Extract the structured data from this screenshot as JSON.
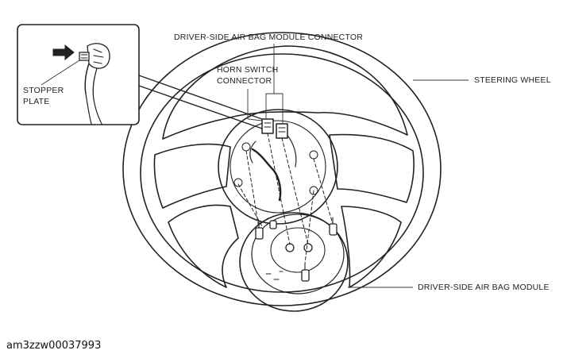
{
  "labels": {
    "air_bag_connector": "DRIVER-SIDE AIR BAG MODULE CONNECTOR",
    "horn_switch_line1": "HORN SWITCH",
    "horn_switch_line2": "CONNECTOR",
    "steering_wheel": "STEERING WHEEL",
    "air_bag_module": "DRIVER-SIDE AIR BAG MODULE",
    "stopper_line1": "STOPPER",
    "stopper_line2": "PLATE"
  },
  "caption": "am3zzw00037993"
}
